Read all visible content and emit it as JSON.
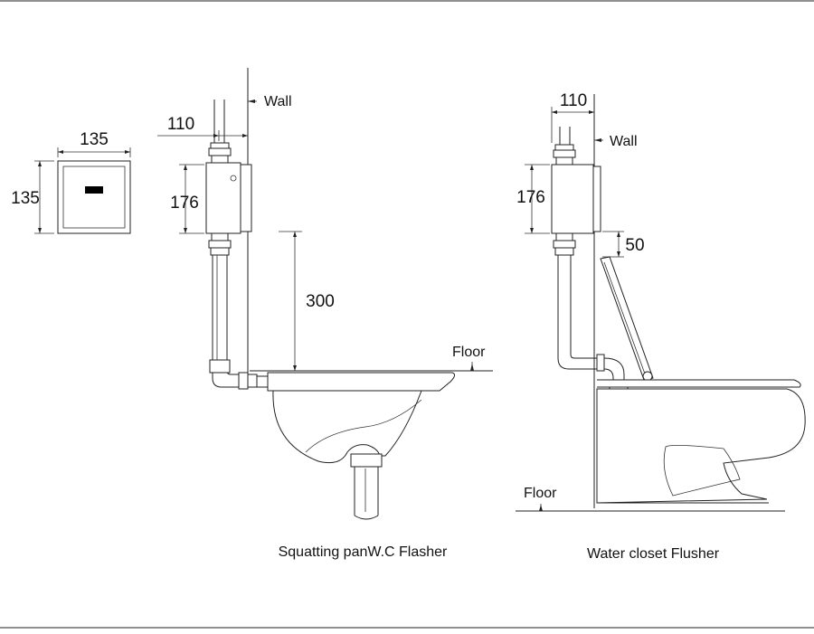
{
  "panel": {
    "size_width_label": "135",
    "size_height_label": "135"
  },
  "squatting": {
    "pipe_offset_label": "110",
    "flasher_height_label": "176",
    "height_to_floor_label": "300",
    "wall_label": "Wall",
    "floor_label": "Floor",
    "caption": "Squatting panW.C Flasher"
  },
  "closet": {
    "pipe_offset_label": "110",
    "flusher_height_label": "176",
    "gap_label": "50",
    "wall_label": "Wall",
    "floor_label": "Floor",
    "caption": "Water closet Flusher"
  },
  "colors": {
    "line": "#222222",
    "sensor_window": "#000000",
    "background": "#ffffff"
  }
}
